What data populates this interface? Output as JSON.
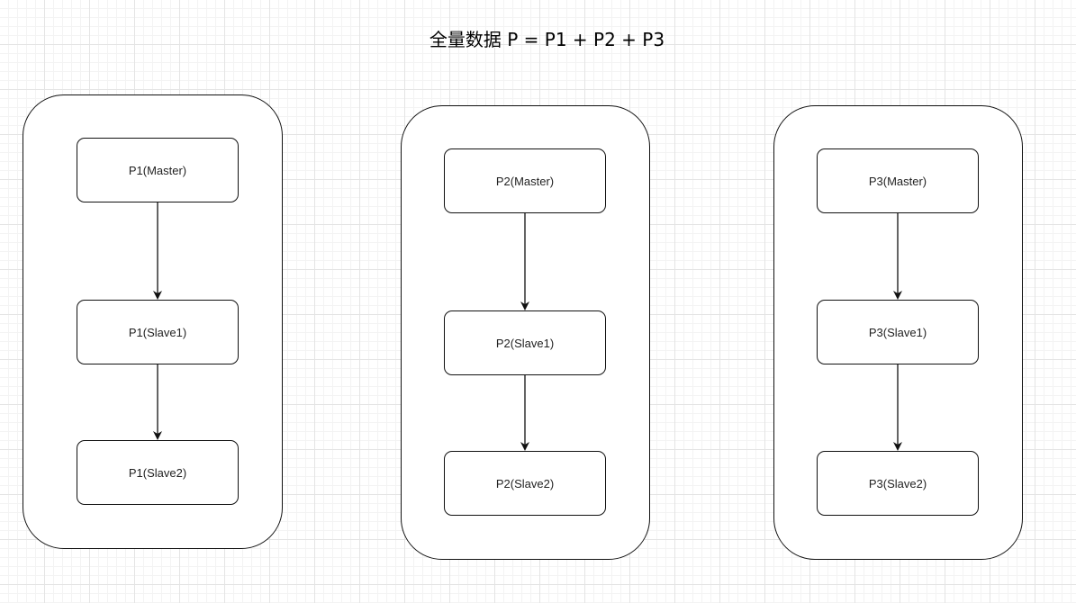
{
  "title": "全量数据 P = P1 + P2 + P3",
  "groups": [
    {
      "nodes": [
        "P1(Master)",
        "P1(Slave1)",
        "P1(Slave2)"
      ]
    },
    {
      "nodes": [
        "P2(Master)",
        "P2(Slave1)",
        "P2(Slave2)"
      ]
    },
    {
      "nodes": [
        "P3(Master)",
        "P3(Slave1)",
        "P3(Slave2)"
      ]
    }
  ],
  "colors": {
    "stroke": "#111111",
    "background": "#ffffff",
    "grid": "#e4e4e4"
  }
}
